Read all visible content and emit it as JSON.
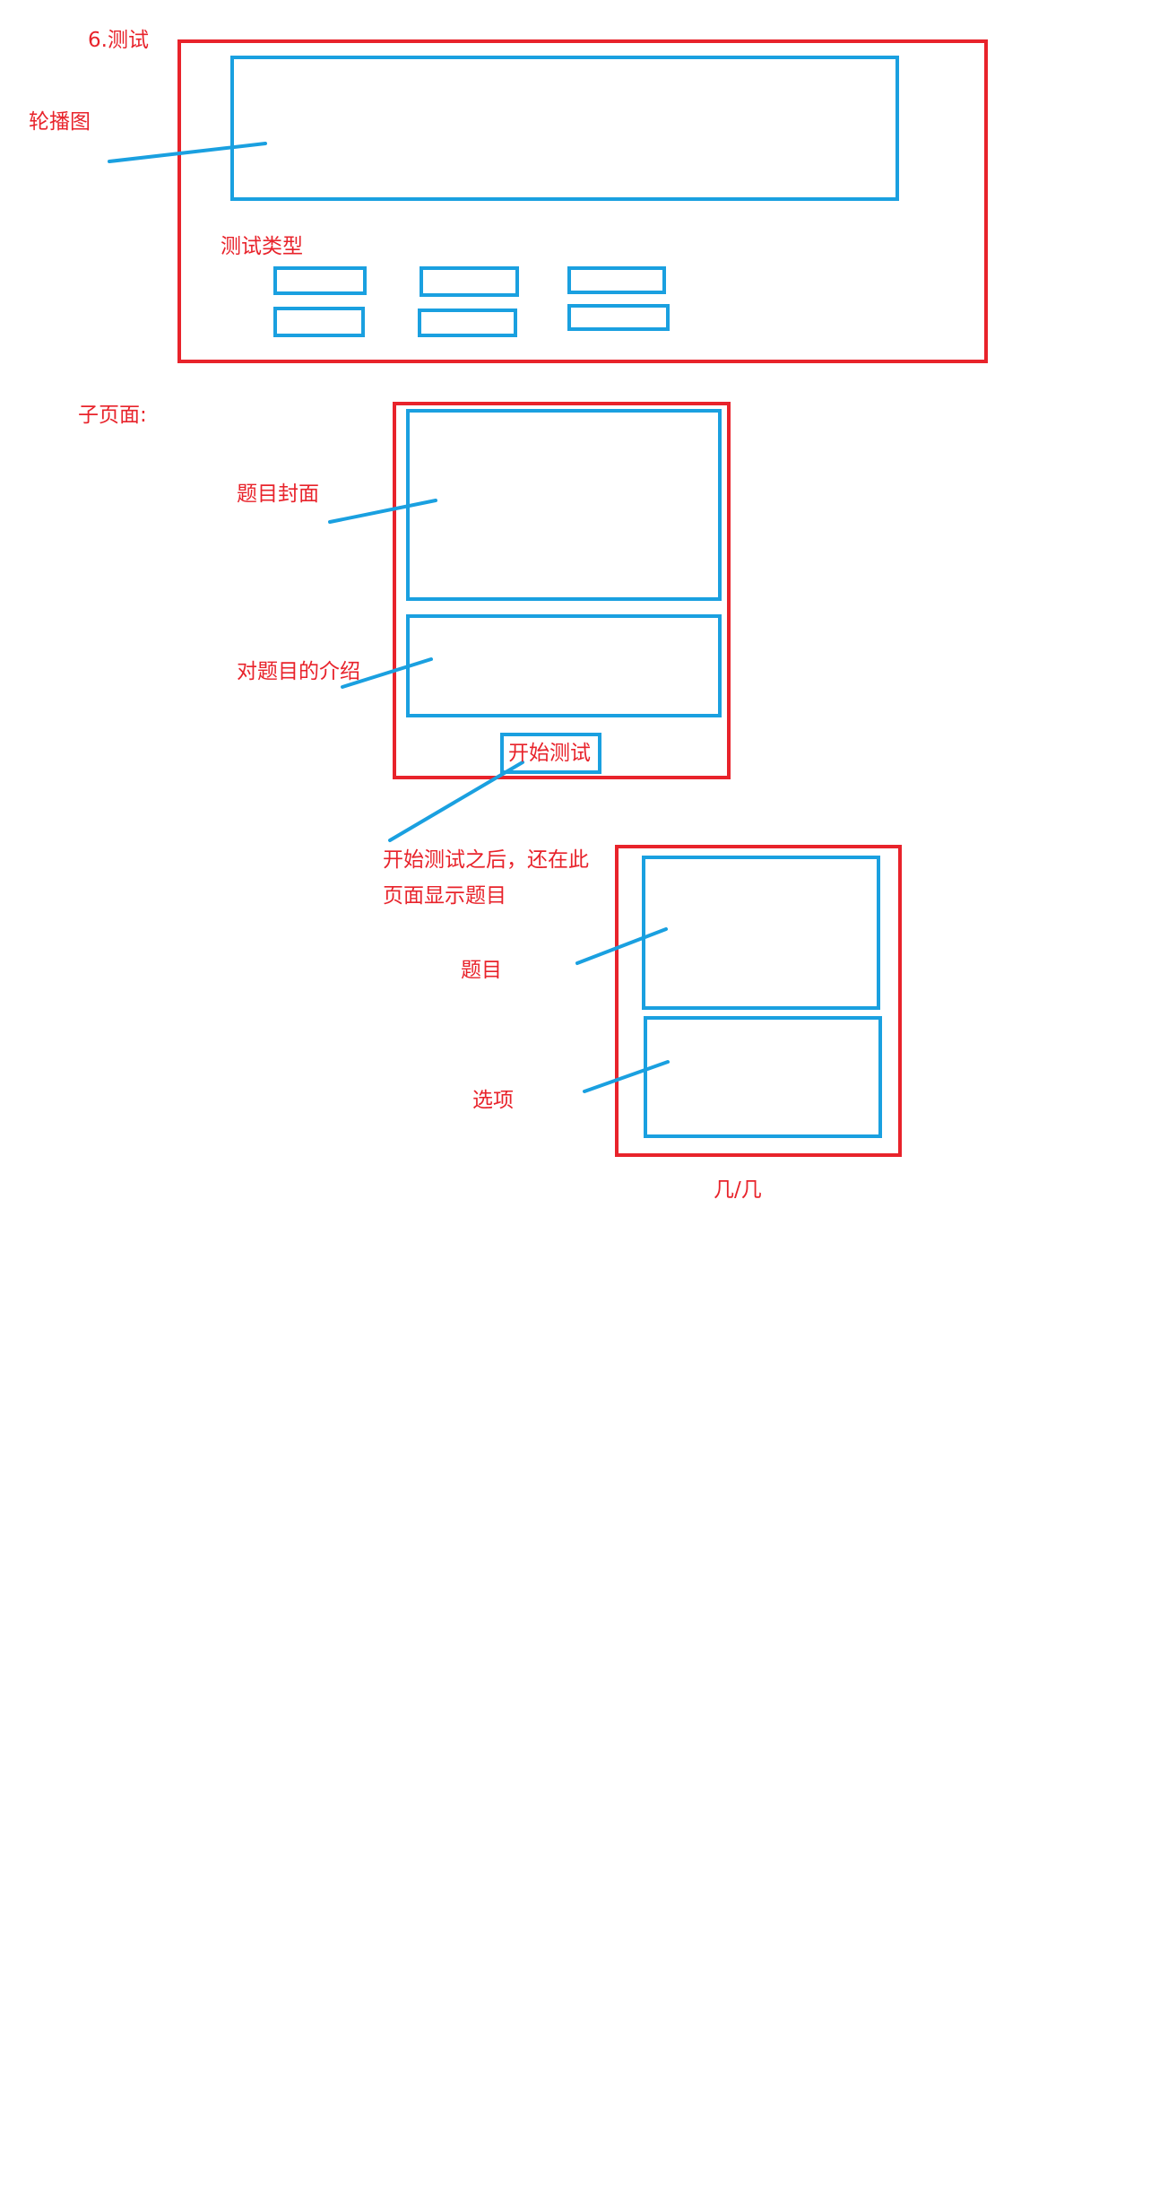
{
  "colors": {
    "frame": "#e8232b",
    "placeholder": "#1aa0e0",
    "label": "#e8232b",
    "background": "#ffffff"
  },
  "section_title": "6.测试",
  "home": {
    "carousel_label": "轮播图",
    "test_types_label": "测试类型"
  },
  "subpage": {
    "title": "子页面:",
    "cover_label": "题目封面",
    "intro_label": "对题目的介绍",
    "start_button_label": "开始测试",
    "note": "开始测试之后，还在此页面显示题目"
  },
  "question_page": {
    "question_label": "题目",
    "options_label": "选项",
    "progress_label": "几/几"
  }
}
